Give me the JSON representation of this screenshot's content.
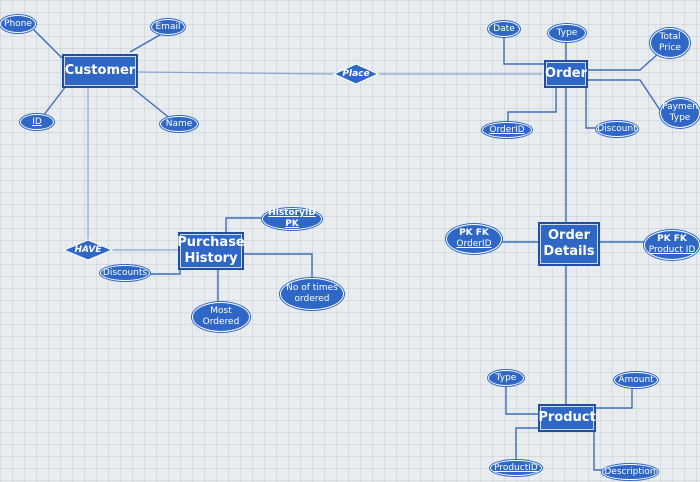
{
  "entities": {
    "customer": "Customer",
    "order": "Order",
    "order_details": "Order\nDetails",
    "product": "Product",
    "purchase_history": "Purchase\nHistory"
  },
  "relationships": {
    "place": "Place",
    "have": "HAVE"
  },
  "attributes": {
    "phone": "Phone",
    "email": "Email",
    "id": "ID",
    "name": "Name",
    "date": "Date",
    "type_order": "Type",
    "total_price": "Total\nPrice",
    "payment_type": "Paymen\nType",
    "order_id": "OrderID",
    "discount_order": "Discount",
    "historyid_pk": "HistoryID  PK",
    "no_of_times": "No of times\nordered",
    "discounts": "Discounts",
    "most_ordered": "Most\nOrdered",
    "pkfk_orderid_label": "PK FK",
    "pkfk_orderid": "OrderID",
    "pkfk_productid_label": "PK FK",
    "pkfk_productid": "Product ID",
    "type_product": "Type",
    "amount": "Amount",
    "product_id": "ProductID",
    "description": "Description"
  },
  "colors": {
    "entity": "#2f67c6",
    "line": "#3d6fb8",
    "background": "#e8ecef"
  }
}
